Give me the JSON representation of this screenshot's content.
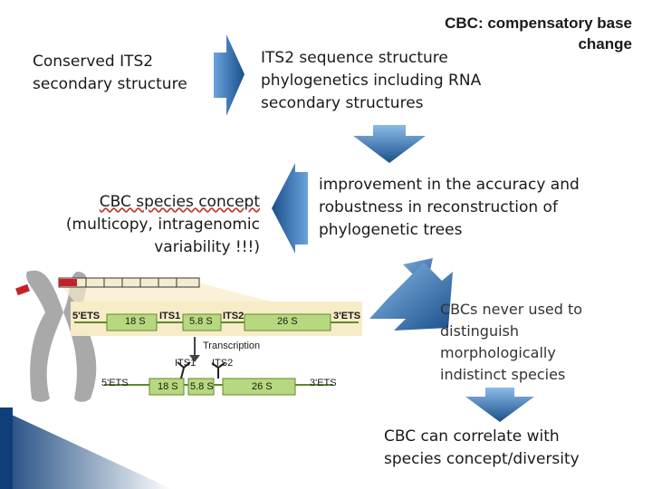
{
  "title": "CBC: compensatory base\nchange",
  "texts": {
    "conserved": "Conserved ITS2\nsecondary structure",
    "phylogenetics": "ITS2 sequence structure\nphylogenetics including RNA\nsecondary structures",
    "improvement": "improvement in the accuracy and\nrobustness in reconstruction of\nphylogenetic trees",
    "cbc_species_concept": "CBC species concept",
    "multicopy": "(multicopy, intragenomic\nvariability !!!)",
    "never_used": "CBCs never used to\ndistinguish\nmorphologically\nindistinct species",
    "correlate": "CBC can correlate with\nspecies concept/diversity"
  },
  "figure": {
    "top_labels": {
      "ets5": "5'ETS",
      "its1": "ITS1",
      "its2": "ITS2",
      "ets3": "3'ETS"
    },
    "top_segments": {
      "s18": "18 S",
      "s58": "5.8 S",
      "s26": "26 S"
    },
    "transcription": "Transcription",
    "bottom_labels": {
      "ets5": "5'ETS",
      "its1": "ITS1",
      "its2": "ITS2",
      "ets3": "3'ETS"
    },
    "bottom_segments": {
      "s18": "18 S",
      "s58": "5.8 S",
      "s26": "26 S"
    }
  },
  "colors": {
    "arrow_dark": "#1a4f8a",
    "arrow_light": "#6aa4dc",
    "segment_fill": "#b7d87e",
    "segment_stroke": "#5f8a2c",
    "panel_fill": "#f7ecc8",
    "chromosome": "#a9a9a9",
    "chromosome_band": "#c8202a"
  }
}
